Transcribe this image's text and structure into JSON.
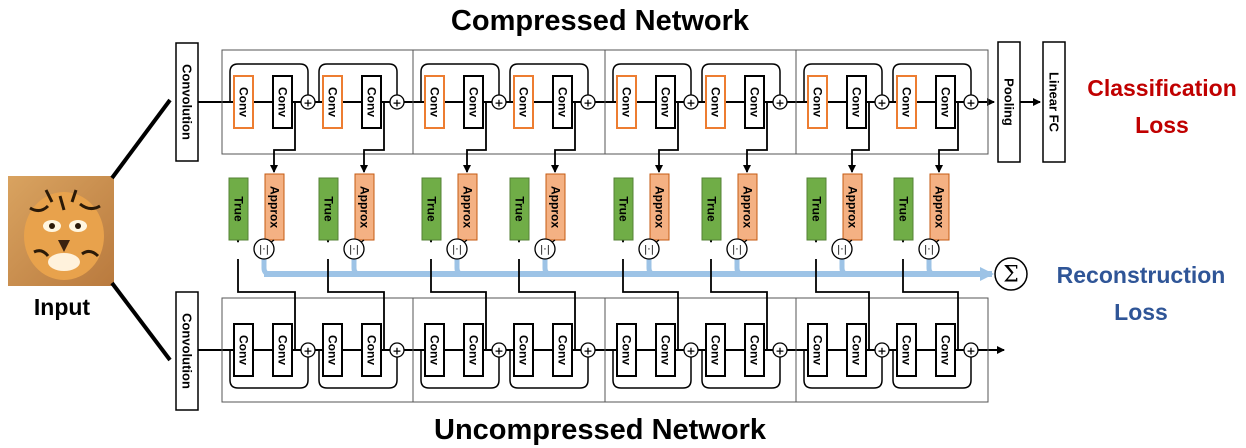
{
  "title_top": "Compressed Network",
  "title_bottom": "Uncompressed Network",
  "input_label": "Input",
  "input_image": "tiger-photo",
  "convolution_label": "Convolution",
  "conv_label": "Conv",
  "pooling_label": "Pooling",
  "linear_fc_label": "Linear FC",
  "true_label": "True",
  "approx_label": "Approx",
  "norm_label": "|·|",
  "plus_symbol": "+",
  "sum_symbol": "Σ",
  "classification_loss": [
    "Classification",
    "Loss"
  ],
  "reconstruction_loss": [
    "Reconstruction",
    "Loss"
  ],
  "colors": {
    "approx_conv_border": "#ED7D31",
    "approx_fill": "#F4B183",
    "true_fill": "#70AD47",
    "reconstruction_arrow": "#9DC3E6",
    "classification_text": "#C00000",
    "reconstruction_text": "#2F5597"
  }
}
